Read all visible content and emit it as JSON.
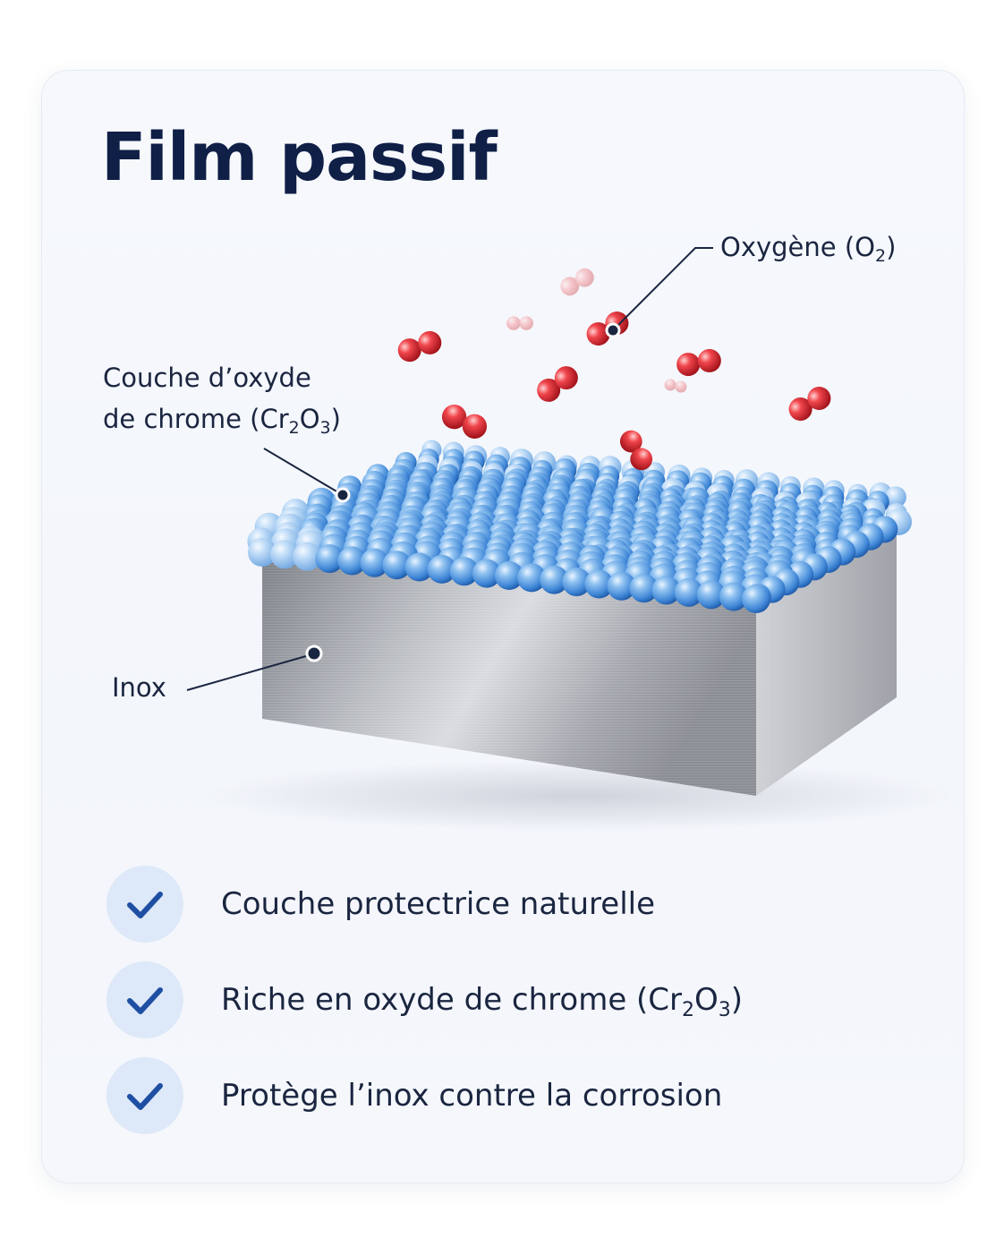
{
  "title": "Film passif",
  "labels": {
    "oxygen": {
      "text": "Oxygène (O",
      "sub": "2",
      "close": ")"
    },
    "chrome_line1": "Couche d’oxyde",
    "chrome_line2": {
      "text": "de chrome (Cr",
      "sub1": "2",
      "mid": "O",
      "sub2": "3",
      "close": ")"
    },
    "inox": "Inox"
  },
  "features": [
    {
      "text": "Couche protectrice naturelle"
    },
    {
      "text": "Riche en oxyde de chrome (Cr",
      "sub1": "2",
      "mid": "O",
      "sub2": "3",
      "close": ")"
    },
    {
      "text": "Protège l’inox contre la corrosion"
    }
  ],
  "colors": {
    "title": "#0f1f46",
    "text": "#1a2540",
    "check_bg": "#dde8f8",
    "check_mark": "#1f4fa3",
    "sphere_blue": "#3f86d6",
    "oxygen_red": "#d3202a",
    "steel": "#9a9da3"
  },
  "icons": [
    "check-icon",
    "leader-dot"
  ]
}
